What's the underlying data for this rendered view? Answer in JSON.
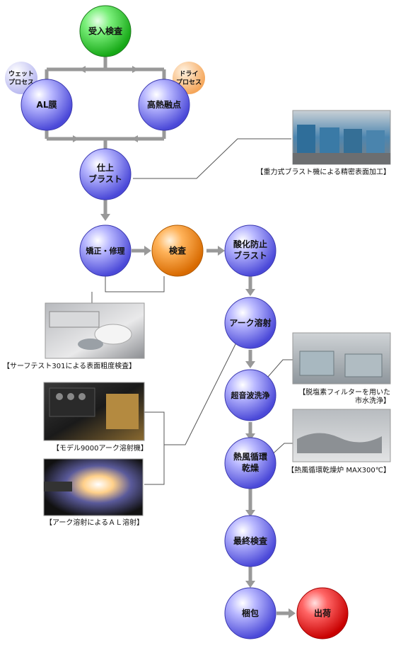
{
  "nodes": {
    "receive_inspection": "受入検査",
    "al_film": "AL膜",
    "high_melting": "高熱融点",
    "finish_blast": [
      "仕上",
      "ブラスト"
    ],
    "correction_repair": "矯正・修理",
    "inspection": "検査",
    "anti_oxidation_blast": [
      "酸化防止",
      "ブラスト"
    ],
    "arc_spray": "アーク溶射",
    "ultrasonic_cleaning": "超音波洗浄",
    "hot_air_drying": [
      "熱風循環",
      "乾燥"
    ],
    "final_inspection": "最終検査",
    "packing": "梱包",
    "shipping": "出荷"
  },
  "badges": {
    "wet_process": [
      "ウェット",
      "プロセス"
    ],
    "dry_process": [
      "ドライ",
      "プロセス"
    ]
  },
  "captions": {
    "gravity_blast": "【重力式ブラスト機による精密表面加工】",
    "surftest": "【サーフテスト301による表面粗度検査】",
    "model9000": "【モデル9000アーク溶射機】",
    "arc_al_spray": "【アーク溶射によるＡＬ溶射】",
    "desalination": [
      "【脱塩素フィルターを用いた",
      "市水洗浄】"
    ],
    "hot_air_furnace": "【熱風循環乾燥炉 MAX300℃】"
  },
  "colors": {
    "blue": "#6f6ef0",
    "green": "#2fd12f",
    "orange": "#f08a1a",
    "red": "#ee1f1f",
    "connector": "#999999"
  }
}
